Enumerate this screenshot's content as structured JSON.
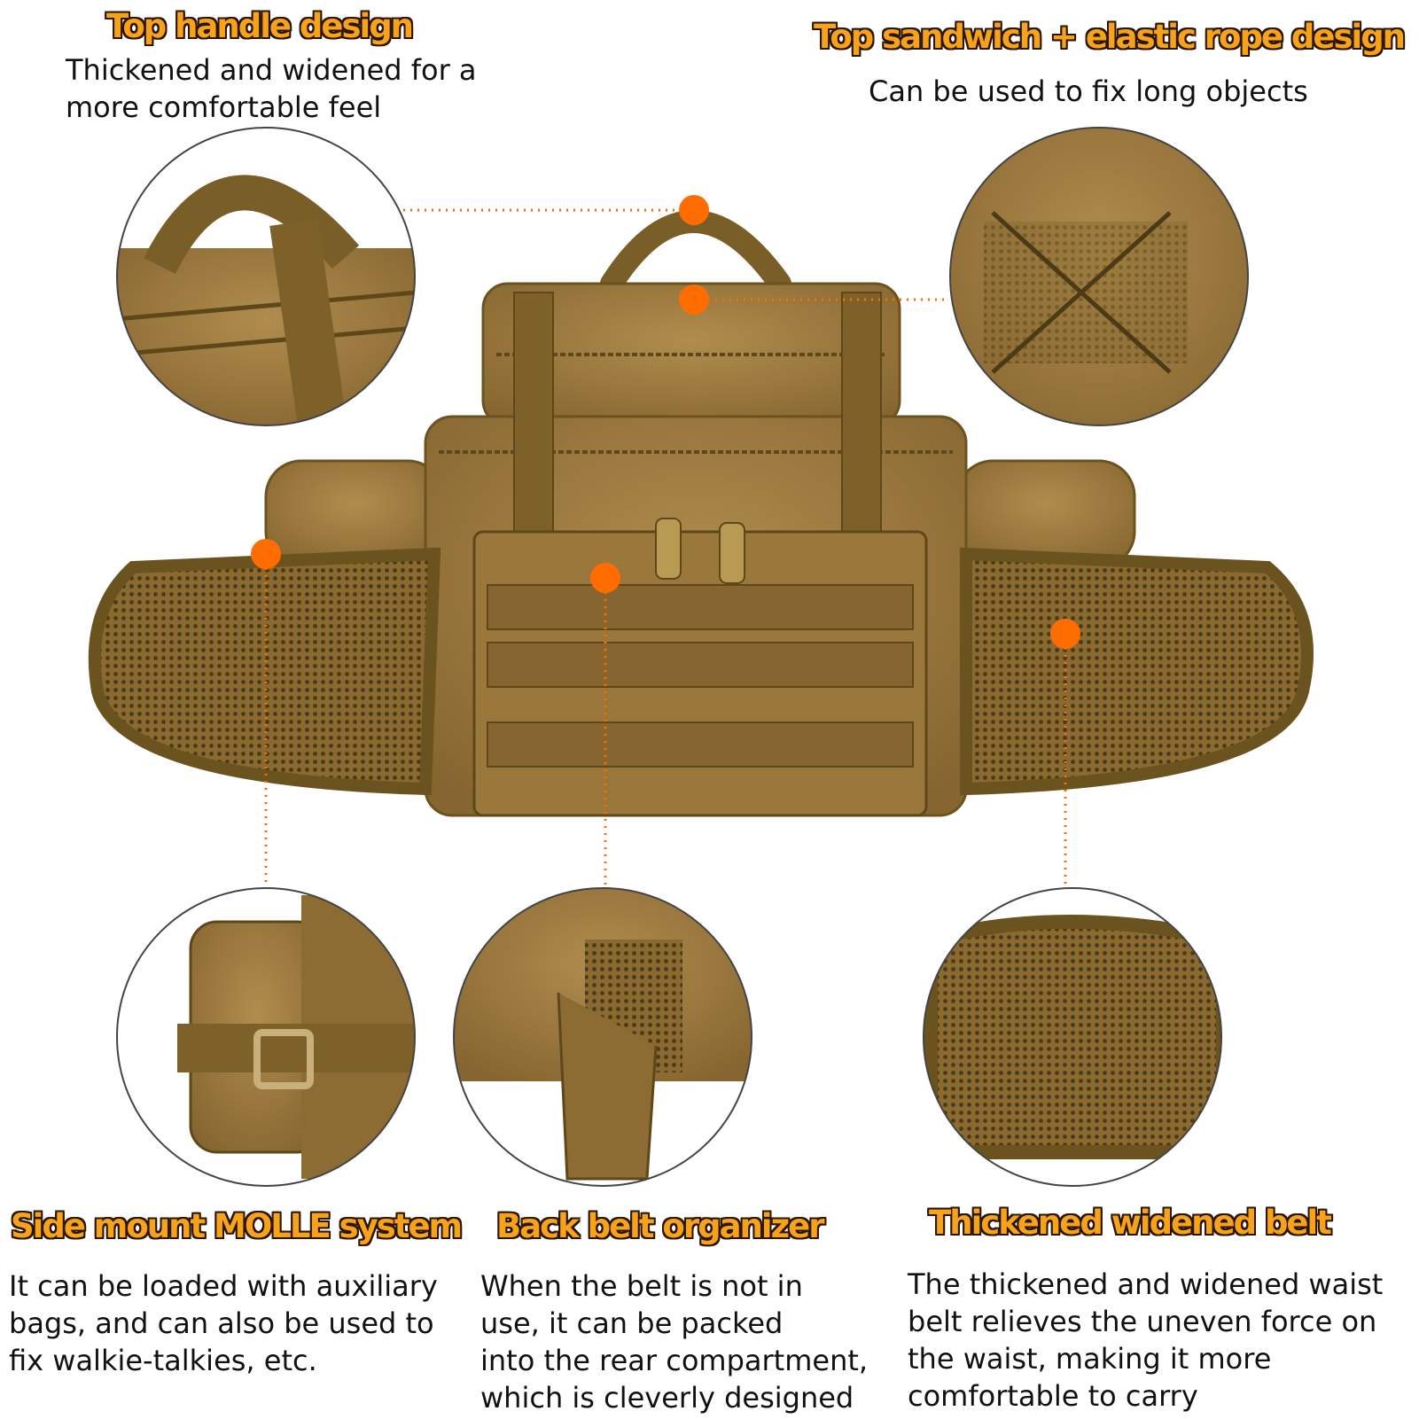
{
  "features": {
    "top_handle": {
      "title": "Top handle design",
      "lines": [
        "Thickened and widened for a",
        "more comfortable feel"
      ]
    },
    "top_sandwich": {
      "title": "Top sandwich + elastic rope design",
      "lines": [
        "Can be used to fix long objects"
      ]
    },
    "side_molle": {
      "title": "Side mount MOLLE system",
      "lines": [
        "It can be loaded with auxiliary",
        "bags, and can also be used to",
        "fix walkie-talkies, etc."
      ]
    },
    "back_belt": {
      "title": "Back belt organizer",
      "lines": [
        "When the belt is not in",
        "use, it can be packed",
        "into the rear compartment,",
        "which is cleverly designed"
      ]
    },
    "thick_belt": {
      "title": "Thickened widened belt",
      "lines": [
        "The thickened and widened waist",
        "belt relieves the uneven force on",
        "the waist, making it more",
        "comfortable to carry"
      ]
    }
  },
  "colors": {
    "accent_orange": "#f6a21a",
    "callout_dot": "#ff6d00",
    "fabric_tan": "#9e7b3e",
    "fabric_dark": "#6b5320"
  }
}
